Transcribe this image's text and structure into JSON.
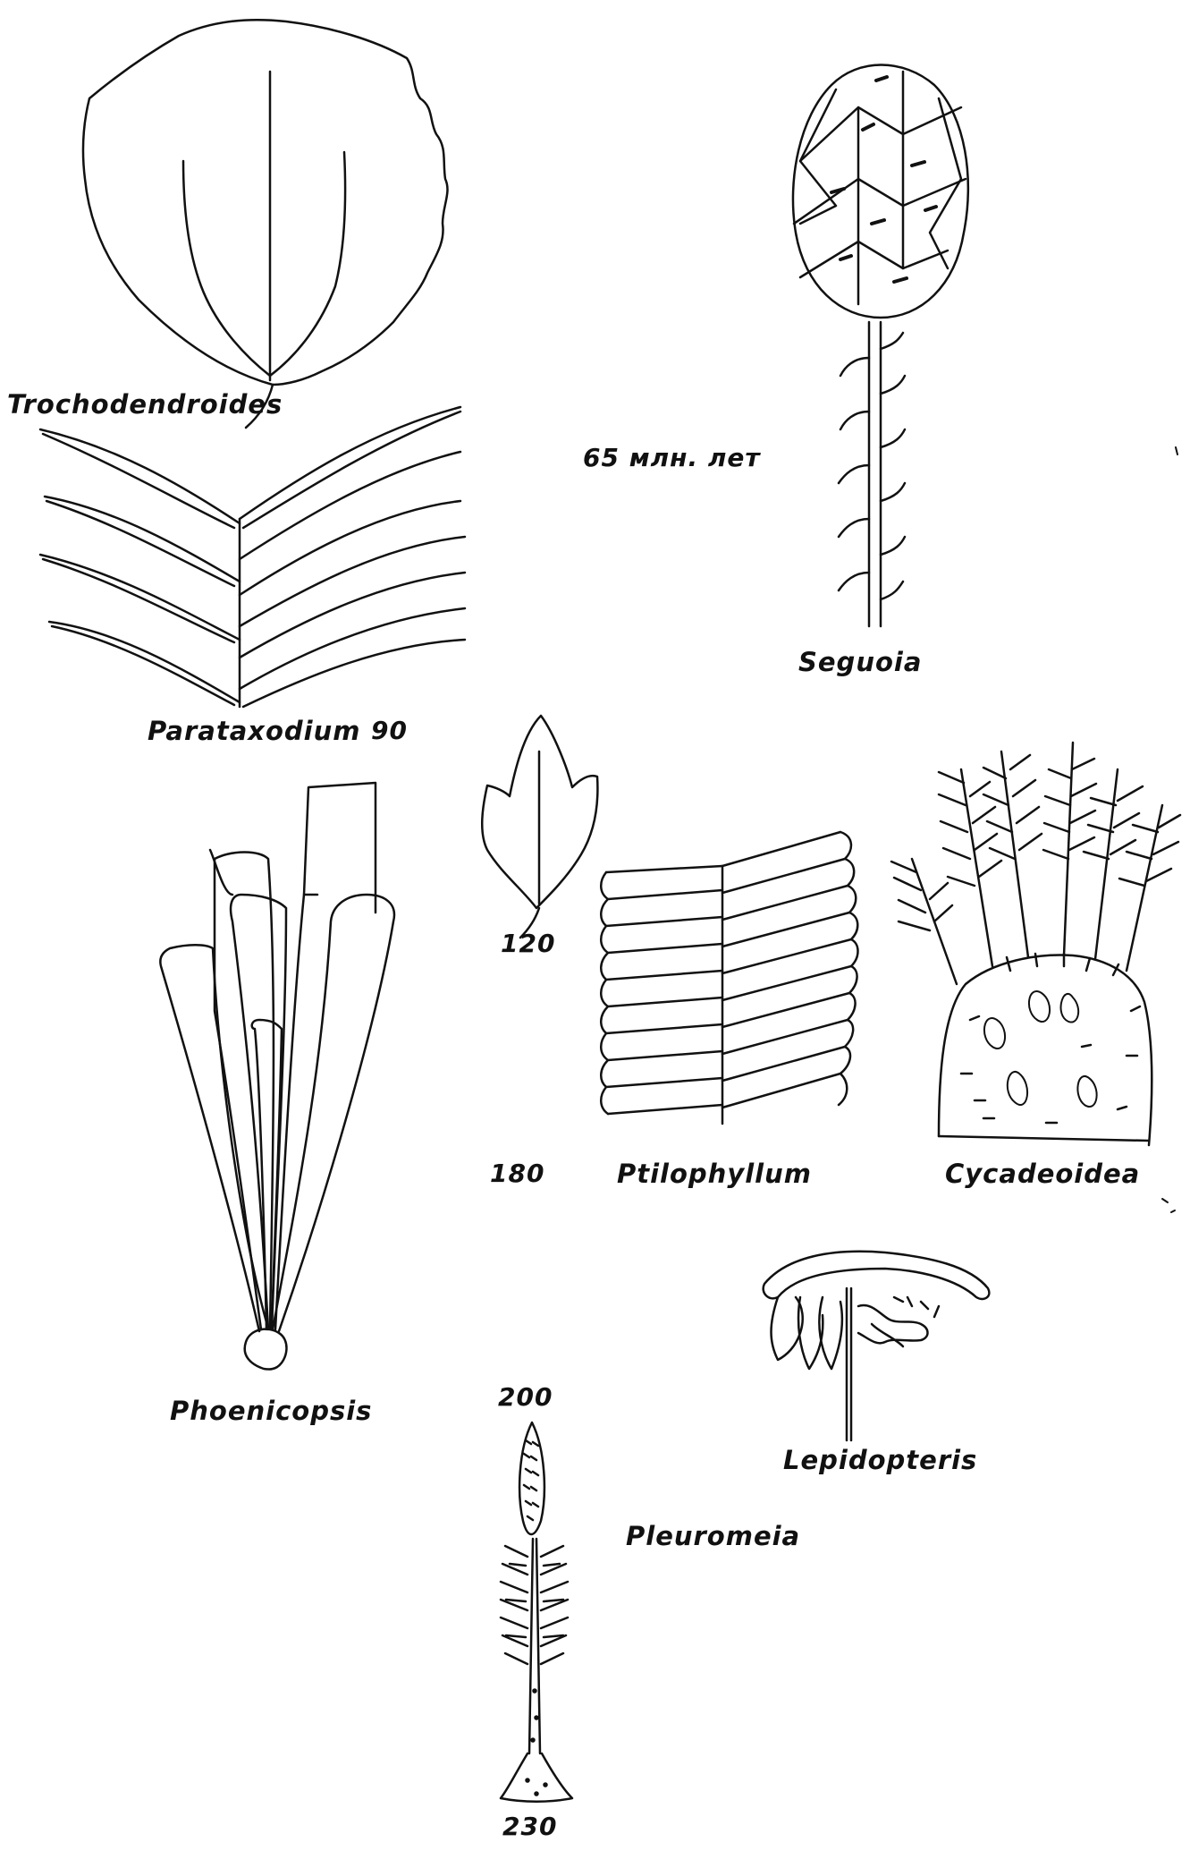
{
  "labels": {
    "trochodendroides": "Trochodendroides",
    "sequoia": "Seguoia",
    "parataxodium": "Parataxodium",
    "ptilophyllum": "Ptilophyllum",
    "cycadeoidea": "Cycadeoidea",
    "phoenicopsis": "Phoenicopsis",
    "lepidopteris": "Lepidopteris",
    "pleuromeia": "Pleuromeia"
  },
  "ages": {
    "age_65": "65 млн. лет",
    "age_90": "90",
    "age_120": "120",
    "age_180": "180",
    "age_200": "200",
    "age_230": "230"
  }
}
